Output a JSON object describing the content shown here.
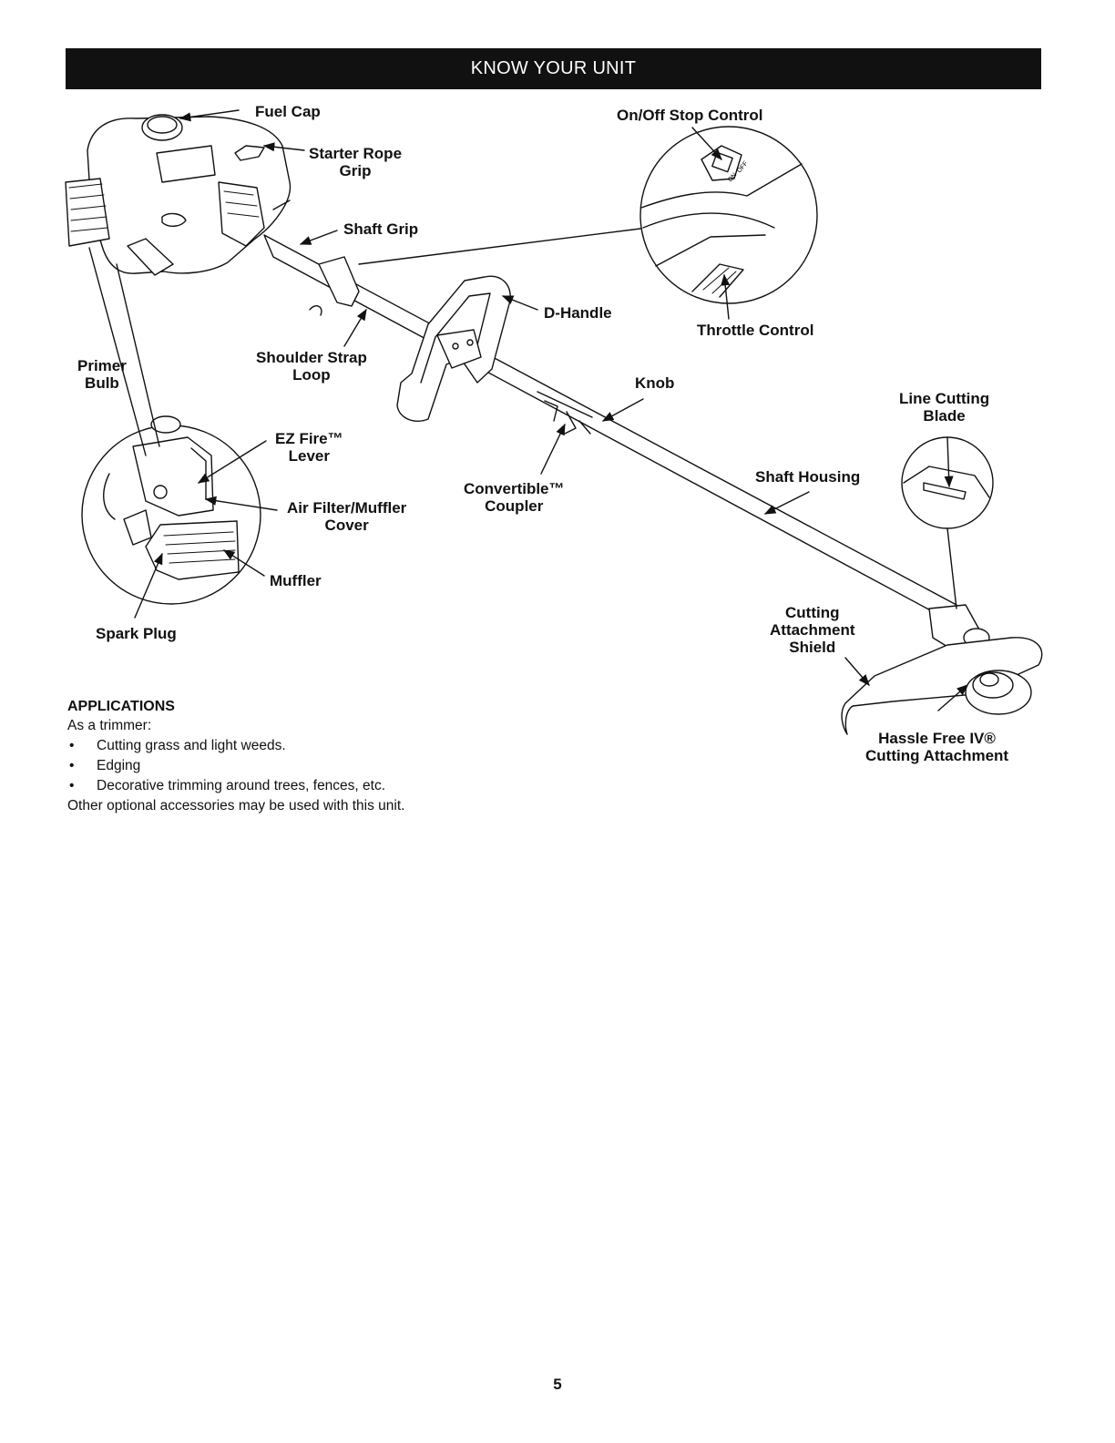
{
  "banner": {
    "title": "KNOW YOUR UNIT"
  },
  "labels": {
    "fuel_cap": "Fuel Cap",
    "starter_rope_grip": [
      "Starter Rope",
      "Grip"
    ],
    "shaft_grip": "Shaft Grip",
    "on_off_stop_control": "On/Off Stop Control",
    "d_handle": "D-Handle",
    "throttle_control": "Throttle Control",
    "primer_bulb": [
      "Primer",
      "Bulb"
    ],
    "shoulder_strap_loop": [
      "Shoulder Strap",
      "Loop"
    ],
    "knob": "Knob",
    "line_cutting_blade": [
      "Line Cutting",
      "Blade"
    ],
    "ez_fire_lever": [
      "EZ Fire™",
      "Lever"
    ],
    "convertible_coupler": [
      "Convertible™",
      "Coupler"
    ],
    "shaft_housing": "Shaft Housing",
    "air_filter_muffler_cover": [
      "Air Filter/Muffler",
      "Cover"
    ],
    "muffler": "Muffler",
    "spark_plug": "Spark Plug",
    "cutting_attachment_shield": [
      "Cutting",
      "Attachment",
      "Shield"
    ],
    "hassle_free_cutting_attachment": [
      "Hassle Free IV®",
      "Cutting Attachment"
    ],
    "switch_text_on": "ON",
    "switch_text_off": "OFF"
  },
  "applications": {
    "heading": "APPLICATIONS",
    "intro": "As a trimmer:",
    "bullet_char": "•",
    "items": [
      "Cutting grass and light weeds.",
      "Edging",
      "Decorative trimming around trees, fences, etc."
    ],
    "footer": "Other optional accessories may be used with this unit."
  },
  "page_number": "5"
}
